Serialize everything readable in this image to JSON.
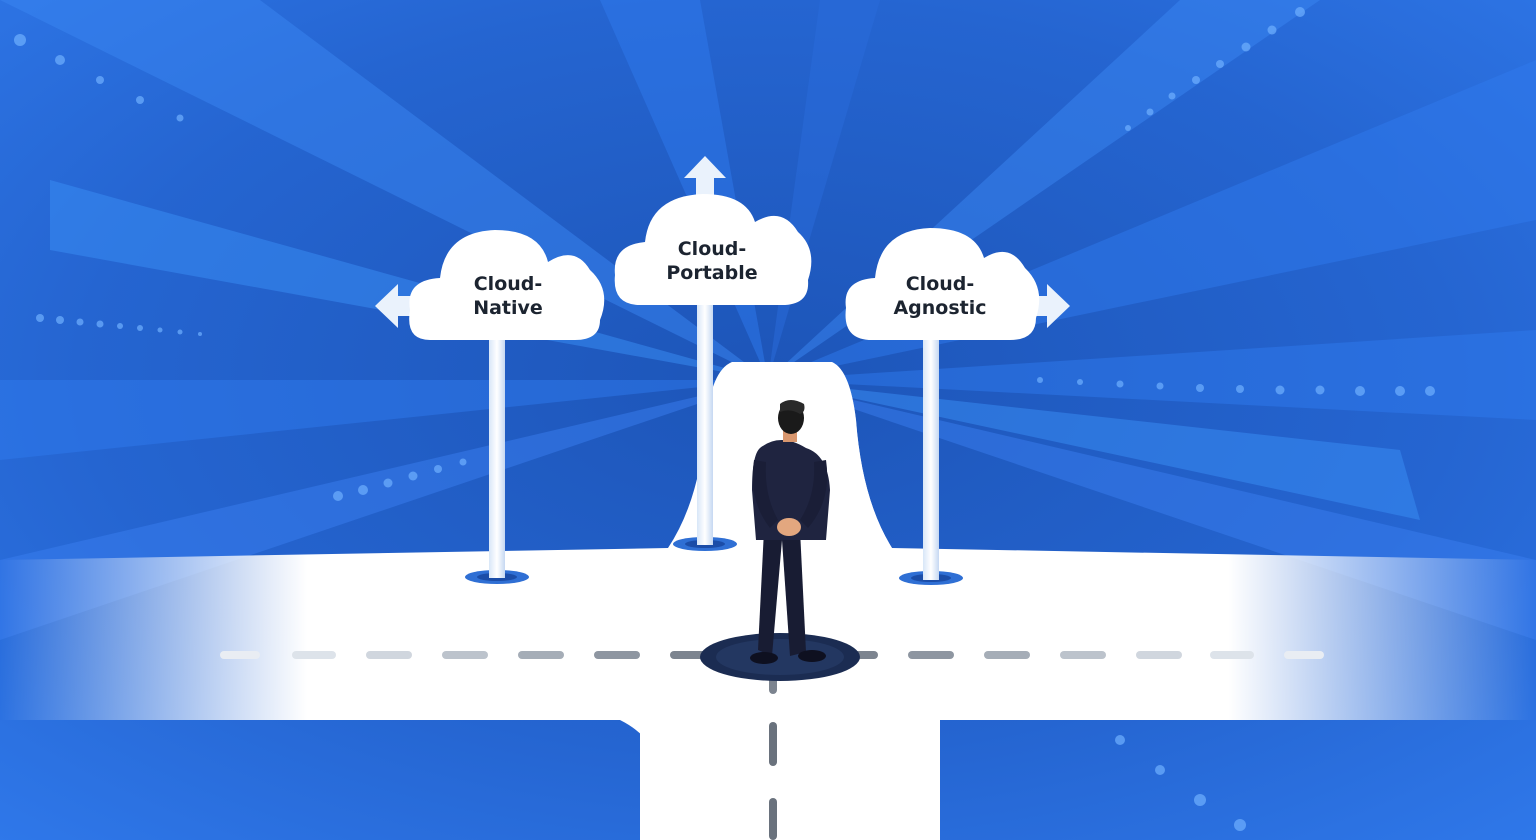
{
  "signs": {
    "native": {
      "line1": "Cloud-",
      "line2": "Native"
    },
    "portable": {
      "line1": "Cloud-",
      "line2": "Portable"
    },
    "agnostic": {
      "line1": "Cloud-",
      "line2": "Agnostic"
    }
  },
  "colors": {
    "background": "#2463cf",
    "road": "#ffffff",
    "cloud": "#ffffff",
    "suit": "#1a1f3a",
    "text": "#1c2430"
  }
}
